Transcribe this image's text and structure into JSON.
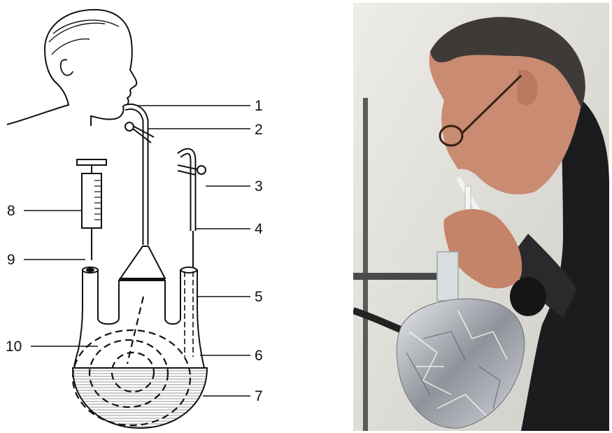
{
  "diagram": {
    "callouts": [
      {
        "id": "1",
        "label": "1"
      },
      {
        "id": "2",
        "label": "2"
      },
      {
        "id": "3",
        "label": "3"
      },
      {
        "id": "4",
        "label": "4"
      },
      {
        "id": "5",
        "label": "5"
      },
      {
        "id": "6",
        "label": "6"
      },
      {
        "id": "7",
        "label": "7"
      },
      {
        "id": "8",
        "label": "8"
      },
      {
        "id": "9",
        "label": "9"
      },
      {
        "id": "10",
        "label": "10"
      }
    ]
  },
  "photo": {
    "colors": {
      "wall": "#e4e2dc",
      "skin": "#c98b72",
      "jacket": "#1c1c1e",
      "foil": "#b9bcc2",
      "stand": "#5a5a5a"
    }
  }
}
